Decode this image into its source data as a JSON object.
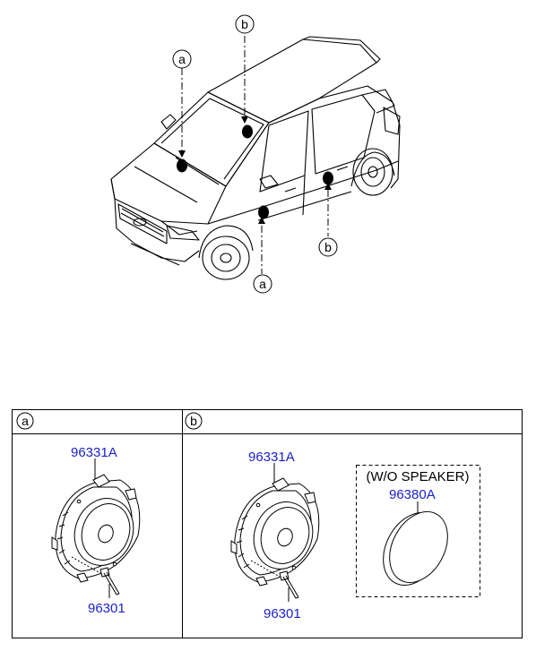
{
  "callouts": {
    "a": "a",
    "b": "b"
  },
  "table": {
    "header_a": "a",
    "header_b": "b"
  },
  "parts": {
    "speaker_a": "96331A",
    "screw_a": "96301",
    "speaker_b": "96331A",
    "screw_b": "96301",
    "cover": "96380A"
  },
  "note": "(W/O SPEAKER)",
  "colors": {
    "part_number": "#1a22cc",
    "line": "#000000"
  }
}
